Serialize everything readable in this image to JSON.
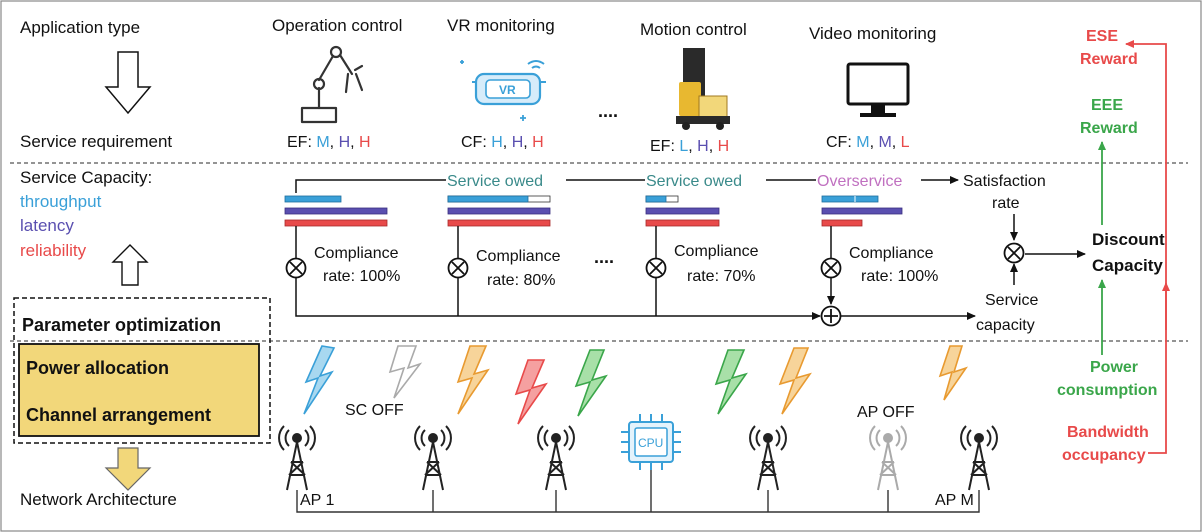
{
  "left_column": {
    "application_type": "Application type",
    "service_requirement": "Service requirement",
    "service_capacity": "Service Capacity:",
    "throughput": "throughput",
    "latency": "latency",
    "reliability": "reliability",
    "parameter_optimization": "Parameter optimization",
    "power_allocation": "Power allocation",
    "channel_arrangement": "Channel arrangement",
    "network_architecture": "Network Architecture"
  },
  "apps": [
    {
      "title": "Operation control",
      "req_prefix": "EF:",
      "req": [
        "M",
        "H",
        "H"
      ]
    },
    {
      "title": "VR monitoring",
      "req_prefix": "CF:",
      "req": [
        "H",
        "H",
        "H"
      ]
    },
    {
      "title": "Motion control",
      "req_prefix": "EF:",
      "req": [
        "L",
        "H",
        "H"
      ]
    },
    {
      "title": "Video monitoring",
      "req_prefix": "CF:",
      "req": [
        "M",
        "M",
        "L"
      ]
    }
  ],
  "ellipsis": "....",
  "vr_label": "VR",
  "service_row": {
    "service_owed_1": "Service owed",
    "service_owed_2": "Service owed",
    "overservice": "Overservice",
    "satisfaction_rate_1": "Satisfaction",
    "satisfaction_rate_2": "rate",
    "service_capacity_1": "Service",
    "service_capacity_2": "capacity",
    "compliance": [
      {
        "line1": "Compliance",
        "line2": "rate: 100%"
      },
      {
        "line1": "Compliance",
        "line2": "rate: 80%"
      },
      {
        "line1": "Compliance",
        "line2": "rate: 70%"
      },
      {
        "line1": "Compliance",
        "line2": "rate: 100%"
      }
    ]
  },
  "right_column": {
    "ese_reward_1": "ESE",
    "ese_reward_2": "Reward",
    "eee_reward_1": "EEE",
    "eee_reward_2": "Reward",
    "discount_capacity_1": "Discount",
    "discount_capacity_2": "Capacity",
    "power_consumption_1": "Power",
    "power_consumption_2": "consumption",
    "bandwidth_occupancy_1": "Bandwidth",
    "bandwidth_occupancy_2": "occupancy"
  },
  "network": {
    "sc_off": "SC OFF",
    "ap_off": "AP OFF",
    "ap_1": "AP 1",
    "ap_m": "AP M",
    "cpu": "CPU"
  },
  "colors": {
    "throughput": "#3aa0d8",
    "latency": "#5a4fb0",
    "reliability": "#e84a4a",
    "red": "#e84a4a",
    "green": "#3aa64a",
    "teal": "#3a8a8a",
    "purple": "#c070c0",
    "gold": "#f2d77a",
    "orange": "#f0a030"
  }
}
